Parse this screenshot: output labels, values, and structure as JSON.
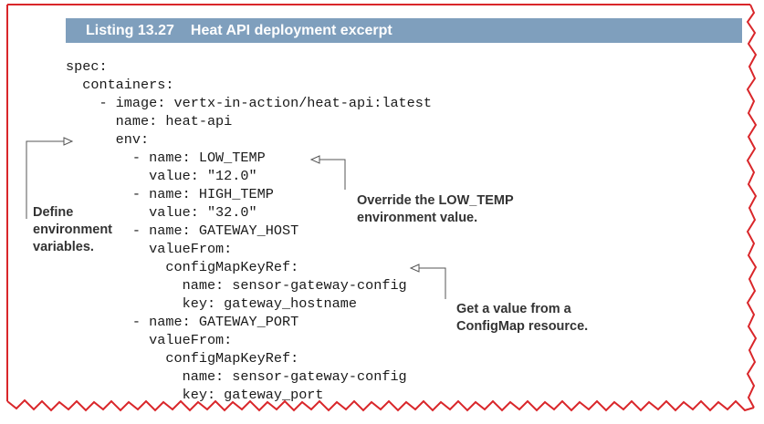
{
  "listing": {
    "number": "Listing 13.27",
    "title": "Heat API deployment excerpt"
  },
  "code_lines": [
    "spec:",
    "  containers:",
    "    - image: vertx-in-action/heat-api:latest",
    "      name: heat-api",
    "      env:",
    "        - name: LOW_TEMP",
    "          value: \"12.0\"",
    "        - name: HIGH_TEMP",
    "          value: \"32.0\"",
    "        - name: GATEWAY_HOST",
    "          valueFrom:",
    "            configMapKeyRef:",
    "              name: sensor-gateway-config",
    "              key: gateway_hostname",
    "        - name: GATEWAY_PORT",
    "          valueFrom:",
    "            configMapKeyRef:",
    "              name: sensor-gateway-config",
    "              key: gateway_port"
  ],
  "annotations": {
    "define_env": [
      "Define",
      "environment",
      "variables."
    ],
    "override": [
      "Override the LOW_TEMP",
      "environment value."
    ],
    "configmap": [
      "Get a value from a",
      "ConfigMap resource."
    ]
  },
  "colors": {
    "header_bg": "#7f9fbd",
    "border_red": "#d9262a"
  }
}
